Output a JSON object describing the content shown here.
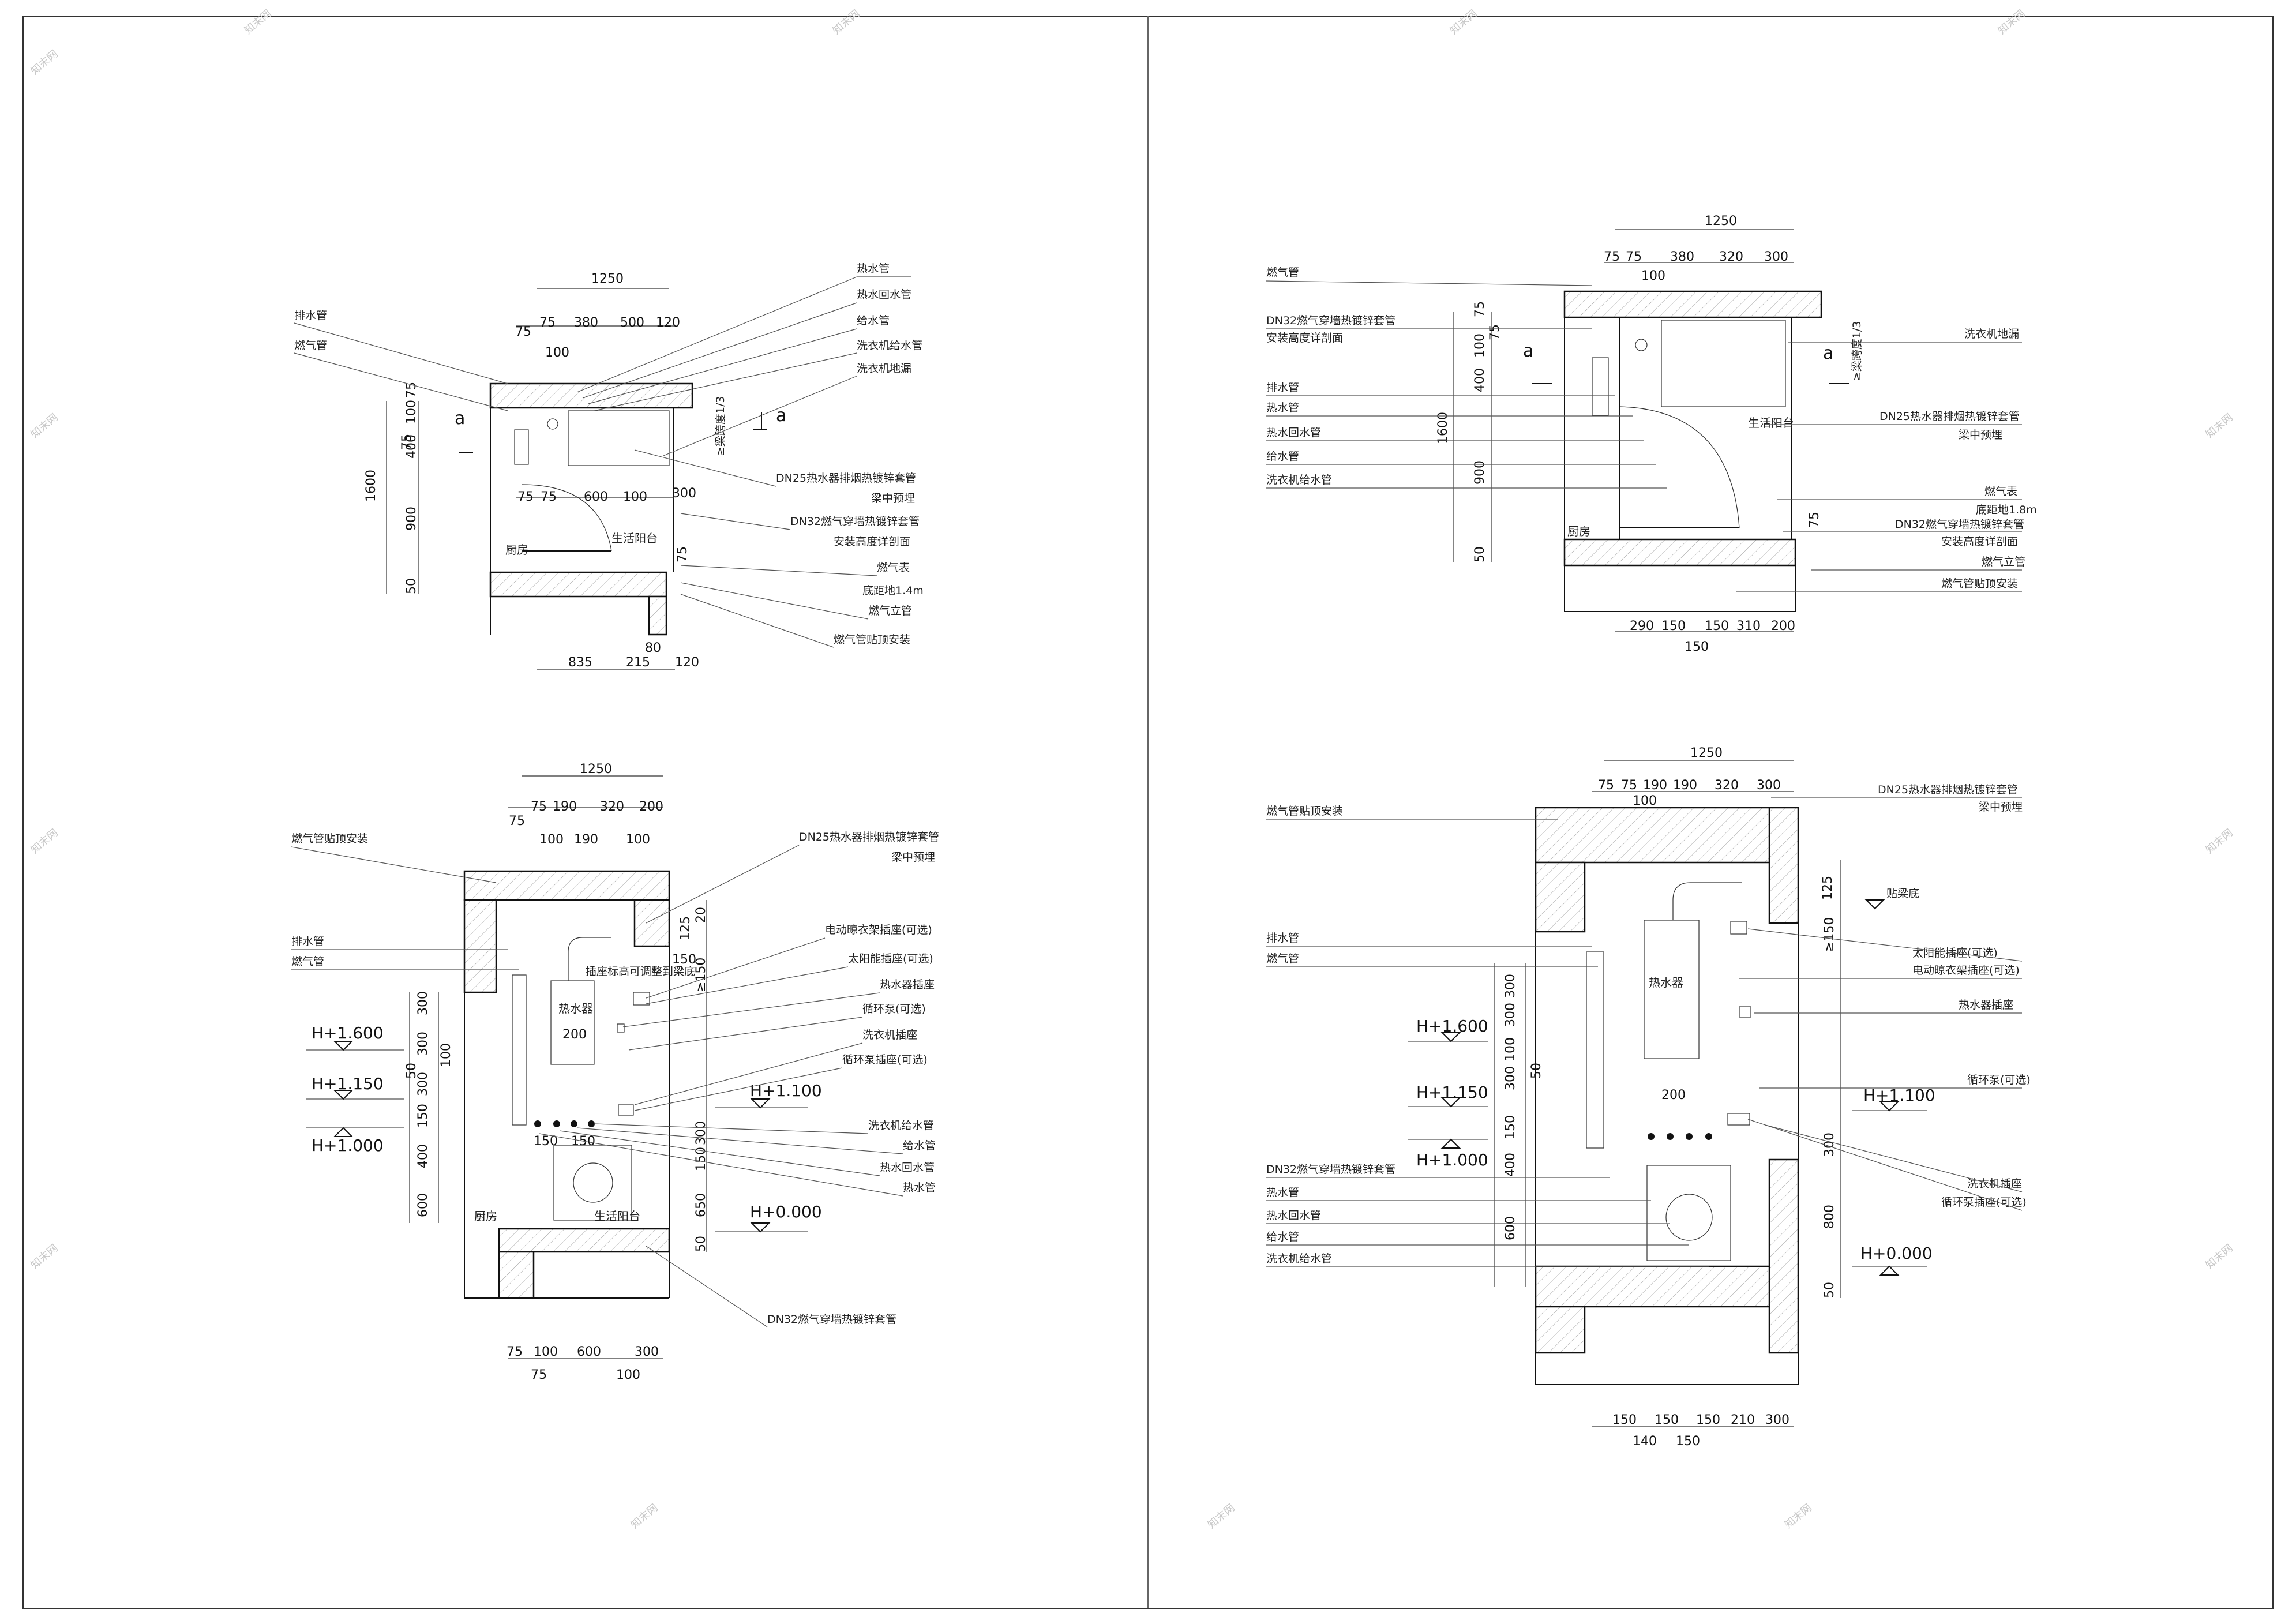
{
  "plan1": {
    "left_labels": [
      "排水管",
      "燃气管"
    ],
    "right_labels": [
      "热水管",
      "热水回水管",
      "给水管",
      "洗衣机给水管",
      "洗衣机地漏",
      "DN25热水器排烟热镀锌套管",
      "梁中预埋",
      "DN32燃气穿墙热镀锌套管",
      "安装高度详剖面",
      "燃气表",
      "底距地1.4m",
      "燃气立管",
      "燃气管贴顶安装"
    ],
    "dims_top": [
      "1250",
      "75",
      "75",
      "380",
      "500",
      "120",
      "100"
    ],
    "dims_inner": [
      "75",
      "75",
      "600",
      "100",
      "300"
    ],
    "dims_left": [
      "1600",
      "75",
      "100",
      "75",
      "400",
      "900",
      "50"
    ],
    "dims_bottom": [
      "835",
      "215",
      "80",
      "120"
    ],
    "dims_side": [
      "75"
    ],
    "section_mark": "a",
    "beam_note": "≥梁跨度1/3",
    "rooms": [
      "厨房",
      "生活阳台"
    ]
  },
  "plan2": {
    "left_labels": [
      "燃气管",
      "DN32燃气穿墙热镀锌套管",
      "安装高度详剖面",
      "排水管",
      "热水管",
      "热水回水管",
      "给水管",
      "洗衣机给水管"
    ],
    "right_labels": [
      "洗衣机地漏",
      "DN25热水器排烟热镀锌套管",
      "梁中预埋",
      "燃气表",
      "底距地1.8m",
      "DN32燃气穿墙热镀锌套管",
      "安装高度详剖面",
      "燃气立管",
      "燃气管贴顶安装"
    ],
    "dims_top": [
      "1250",
      "75",
      "75",
      "100",
      "380",
      "320",
      "300"
    ],
    "dims_left": [
      "75",
      "100",
      "75",
      "400",
      "1600",
      "900",
      "50"
    ],
    "dims_bottom": [
      "290",
      "150",
      "150",
      "310",
      "200",
      "150"
    ],
    "dims_side": [
      "75"
    ],
    "section_mark": "a",
    "beam_note": "≥梁跨度1/3",
    "rooms": [
      "厨房",
      "生活阳台"
    ]
  },
  "elev1": {
    "left_labels": [
      "燃气管贴顶安装",
      "排水管",
      "燃气管"
    ],
    "right_labels": [
      "DN25热水器排烟热镀锌套管",
      "梁中预埋",
      "电动晾衣架插座(可选)",
      "太阳能插座(可选)",
      "热水器插座",
      "循环泵(可选)",
      "洗衣机插座",
      "循环泵插座(可选)",
      "洗衣机给水管",
      "给水管",
      "热水回水管",
      "热水管"
    ],
    "bottom_label": "DN32燃气穿墙热镀锌套管",
    "inner_note": "插座标高可调整到梁底",
    "dims_top": [
      "1250",
      "75",
      "75",
      "190",
      "320",
      "200",
      "100",
      "190",
      "100"
    ],
    "dims_left": [
      "300",
      "300",
      "300",
      "100",
      "50",
      "150",
      "400",
      "600"
    ],
    "dims_right": [
      "125",
      "20",
      "150",
      "≥150",
      "300",
      "150",
      "650",
      "50"
    ],
    "dims_inner": [
      "200",
      "150",
      "150"
    ],
    "dims_bottom": [
      "75",
      "100",
      "600",
      "300",
      "75",
      "100"
    ],
    "elevations": [
      "H+1.600",
      "H+1.150",
      "H+1.000",
      "H+1.100",
      "H+0.000"
    ],
    "rooms": [
      "热水器",
      "厨房",
      "生活阳台"
    ]
  },
  "elev2": {
    "left_labels": [
      "燃气管贴顶安装",
      "排水管",
      "燃气管",
      "DN32燃气穿墙热镀锌套管",
      "热水管",
      "热水回水管",
      "给水管",
      "洗衣机给水管"
    ],
    "right_labels": [
      "DN25热水器排烟热镀锌套管",
      "梁中预埋",
      "贴梁底",
      "太阳能插座(可选)",
      "电动晾衣架插座(可选)",
      "热水器插座",
      "循环泵(可选)",
      "洗衣机插座",
      "循环泵插座(可选)"
    ],
    "dims_top": [
      "1250",
      "75",
      "75",
      "190",
      "190",
      "320",
      "300",
      "100"
    ],
    "dims_left": [
      "300",
      "300",
      "100",
      "50",
      "300",
      "150",
      "400",
      "600"
    ],
    "dims_right": [
      "125",
      "≥150",
      "300",
      "800",
      "50"
    ],
    "dims_inner": [
      "200"
    ],
    "dims_bottom": [
      "150",
      "150",
      "150",
      "210",
      "300",
      "140",
      "150"
    ],
    "elevations": [
      "H+1.600",
      "H+1.150",
      "H+1.000",
      "H+1.100",
      "H+0.000"
    ],
    "rooms": [
      "热水器"
    ]
  },
  "watermark": "知末网"
}
